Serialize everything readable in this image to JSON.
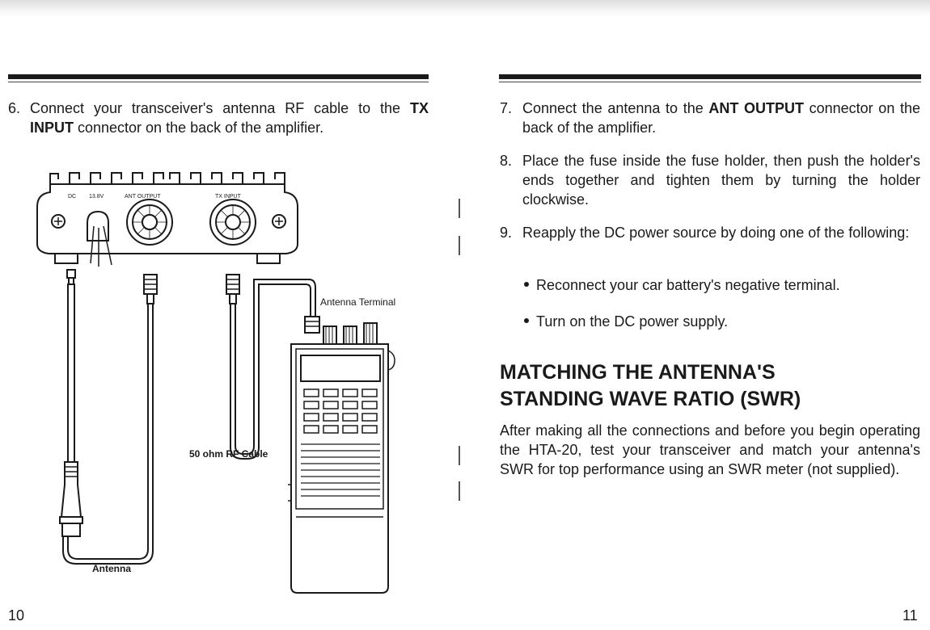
{
  "left": {
    "step6": {
      "number": "6.",
      "pre": "Connect your transceiver's antenna RF cable to the ",
      "bold": "TX INPUT",
      "post": " connector on the back of the amplifier."
    },
    "diagram": {
      "labels": {
        "dc": "DC",
        "v138": "13.8V",
        "ant_output": "ANT OUTPUT",
        "tx_input": "TX INPUT",
        "antenna_terminal": "Antenna Terminal",
        "rf_cable": "50 ohm RF Cable",
        "antenna": "Antenna"
      }
    },
    "page_number": "10"
  },
  "right": {
    "step7": {
      "number": "7.",
      "pre": "Connect the antenna to the ",
      "bold": "ANT OUTPUT",
      "post": " connector on the back of the amplifier."
    },
    "step8": {
      "number": "8.",
      "text": "Place the fuse inside the fuse holder, then push the holder's ends together and tighten them by turning the holder clockwise."
    },
    "step9": {
      "number": "9.",
      "text": "Reapply the DC power source by doing one of the following:"
    },
    "bullets": [
      "Reconnect your car battery's negative terminal.",
      "Turn on the DC power supply."
    ],
    "heading_line1": "MATCHING THE ANTENNA'S",
    "heading_line2": "STANDING WAVE RATIO (SWR)",
    "paragraph": "After making all the connections and before you begin operating the HTA-20, test your transceiver and match your antenna's SWR for top performance using an SWR meter (not supplied).",
    "page_number": "11"
  }
}
